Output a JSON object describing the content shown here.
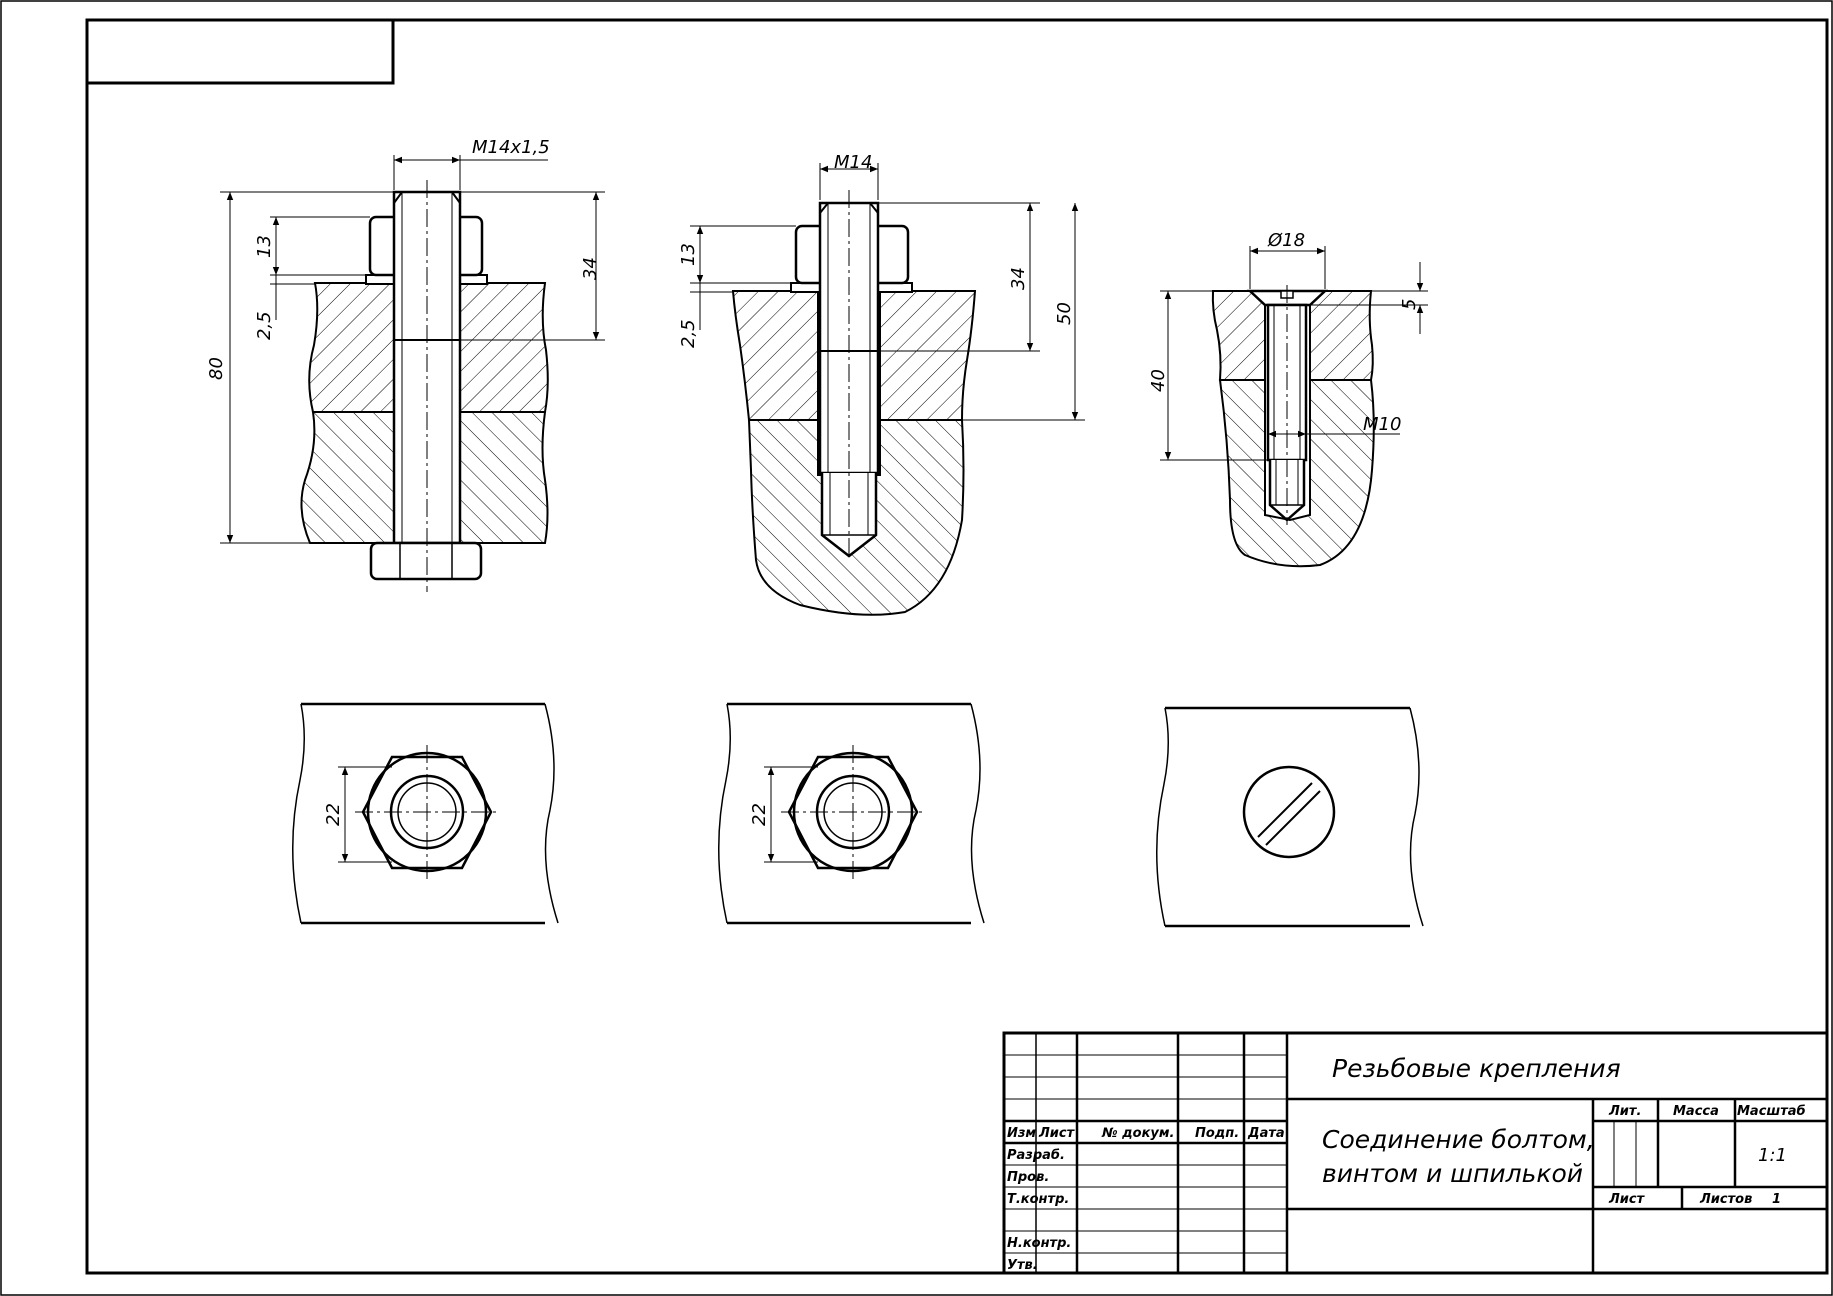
{
  "drawing": {
    "dims": {
      "bolt_thread": "M14x1,5",
      "bolt_nut_h": "13",
      "bolt_washer": "2,5",
      "bolt_protrusion": "34",
      "bolt_length": "80",
      "stud_thread": "M14",
      "stud_nut_h": "13",
      "stud_washer": "2,5",
      "stud_protrusion": "34",
      "stud_length": "50",
      "screw_head_d": "Ø18",
      "screw_head_h": "5",
      "screw_length": "40",
      "screw_thread": "M10",
      "bolt_nut_across": "22",
      "stud_nut_across": "22"
    }
  },
  "title_block": {
    "headers": {
      "izm": "Изм",
      "list": "Лист",
      "doc_no": "№ докум.",
      "sign": "Подп.",
      "date": "Дата"
    },
    "roles": {
      "razrab": "Разраб.",
      "prov": "Пров.",
      "tkontr": "Т.контр.",
      "nkontr": "Н.контр.",
      "utv": "Утв."
    },
    "title": "Резьбовые крепления",
    "subtitle_line1": "Соединение болтом,",
    "subtitle_line2": "винтом и шпилькой",
    "lit_label": "Лит.",
    "mass_label": "Масса",
    "scale_label": "Масштаб",
    "scale_value": "1:1",
    "sheet_label": "Лист",
    "sheets_label": "Листов",
    "sheets_value": "1"
  }
}
